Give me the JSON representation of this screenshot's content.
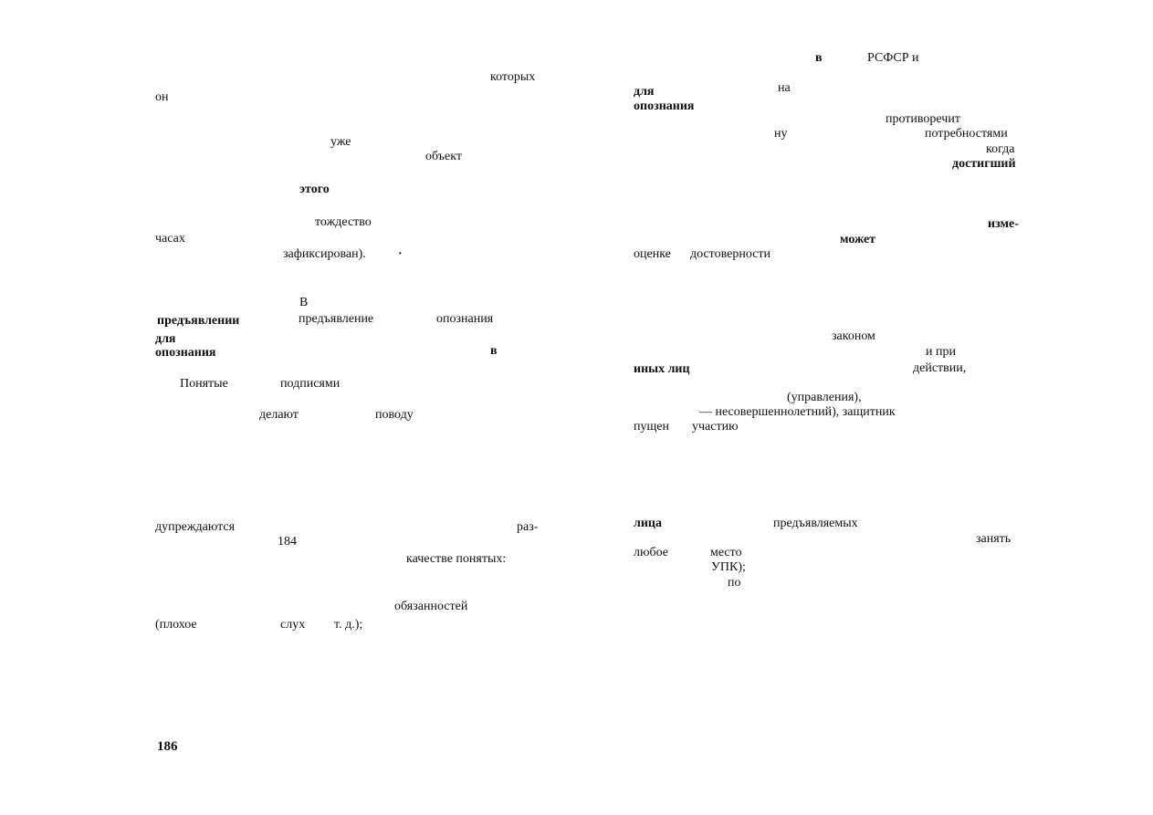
{
  "left_page": {
    "fragments": [
      "которых",
      "он",
      "уже",
      "объект",
      "этого",
      "тождество",
      "часах",
      "зафиксирован).",
      "·",
      "В",
      "предъявлении",
      "предъявление",
      "опознания",
      "для",
      "опознания",
      "в",
      "Понятые",
      "подписями",
      "делают",
      "поводу",
      "дупреждаются",
      "раз-",
      "184",
      "качестве понятых:",
      "обязанностей",
      "(плохое",
      "слух",
      "т. д.);"
    ],
    "page_number": "186"
  },
  "right_page": {
    "fragments": [
      "в",
      "РСФСР и",
      "для",
      "на",
      "опознания",
      "противоречит",
      "ну",
      "потребностями",
      "когда",
      "достигший",
      "изме-",
      "может",
      "оценке",
      "достоверности",
      "законом",
      "и при",
      "иных лиц",
      "действии,",
      "(управления),",
      "— несовершеннолетний), защитник",
      "пущен",
      "участию",
      "лица",
      "предъявляемых",
      "занять",
      "любое",
      "место",
      "УПК);",
      "по"
    ]
  }
}
